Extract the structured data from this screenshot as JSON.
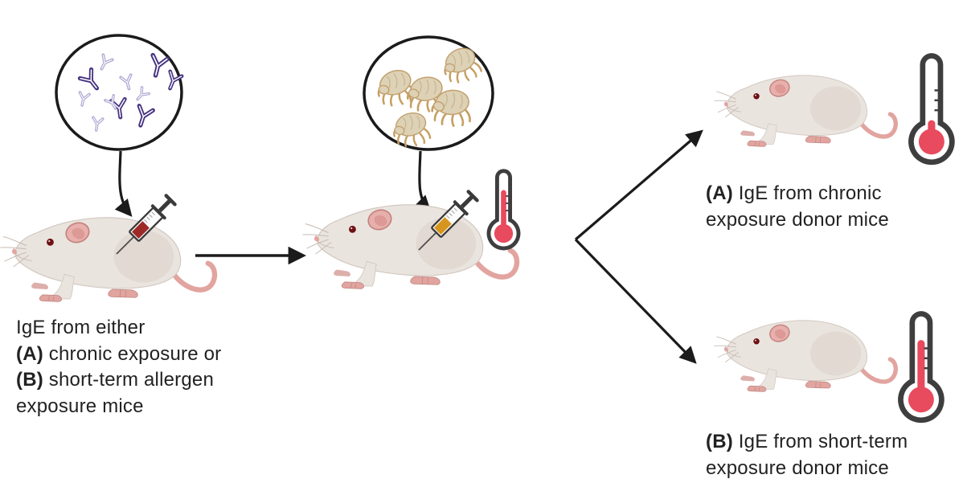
{
  "figure": {
    "kind": "experimental-workflow-diagram"
  },
  "captions": {
    "donor": {
      "lines": [
        {
          "bold": "",
          "text": "IgE from either"
        },
        {
          "bold": "(A)",
          "text": " chronic exposure or"
        },
        {
          "bold": "(B)",
          "text": " short-term allergen"
        },
        {
          "bold": "",
          "text": "exposure mice"
        }
      ]
    },
    "outcome_a": {
      "lines": [
        {
          "bold": "(A)",
          "text": " IgE from chronic"
        },
        {
          "bold": "",
          "text": "exposure donor mice"
        }
      ]
    },
    "outcome_b": {
      "lines": [
        {
          "bold": "(B)",
          "text": " IgE from short-term"
        },
        {
          "bold": "",
          "text": "exposure donor mice"
        }
      ]
    }
  },
  "icons": {
    "antibody": "Y-shaped IgE antibody glyph",
    "dust_mite": "dust mite allergen glyph",
    "mouse": "laboratory mouse (side view, facing left)",
    "syringe_red": "syringe filled with red serum (IgE)",
    "syringe_orange": "syringe filled with orange liquid (allergen)",
    "thermometer_high": "thermometer with tall red column",
    "thermometer_low": "thermometer with low red column"
  },
  "colors": {
    "text": "#222222",
    "ink": "#1b1b1b",
    "antibody_dark": "#46327f",
    "antibody_light": "#b3a9d4",
    "mite_body": "#ddd1b6",
    "mite_detail": "#c69f63",
    "mite_outline": "#c2a26e",
    "mouse_body": "#eae4df",
    "mouse_shade": "#d8cdc6",
    "mouse_outline": "#d3c8c0",
    "mouse_ear": "#e8b0ac",
    "mouse_ear_rim": "#c5837e",
    "mouse_eye": "#6f1013",
    "mouse_pink": "#e2a49f",
    "thermo_frame": "#3e3e3e",
    "thermo_red": "#e84a5e",
    "syringe_frame": "#3a3a3a",
    "needle_gray": "#4d4d4d",
    "liquid_red": "#9e2a28",
    "liquid_orange": "#d6951d"
  }
}
